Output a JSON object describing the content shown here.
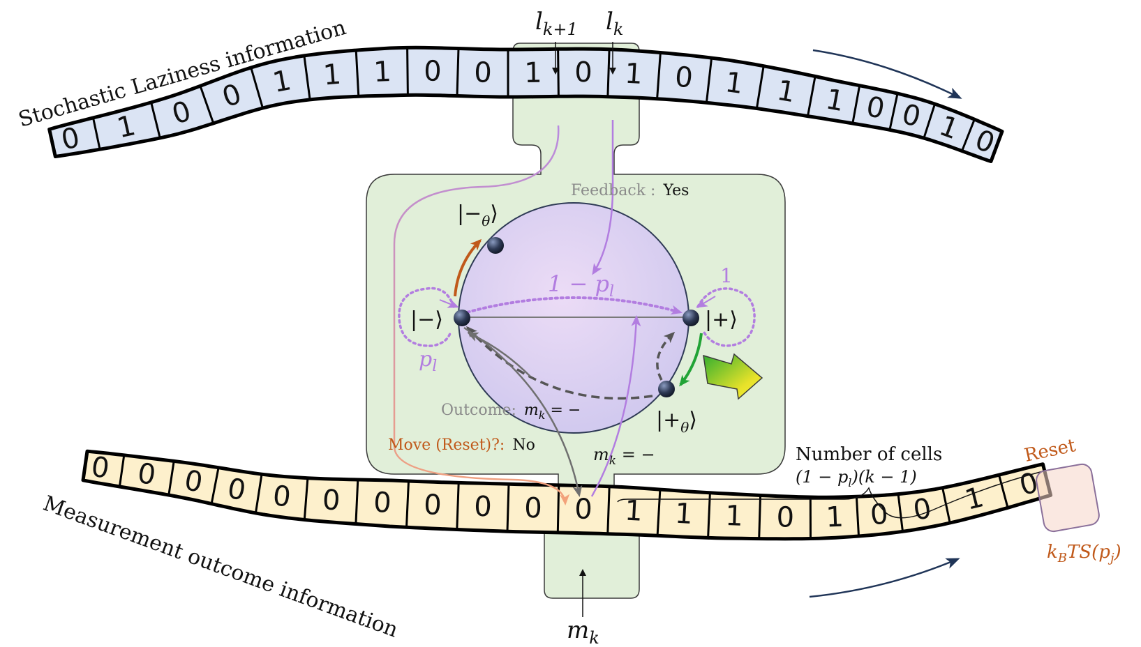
{
  "tapes": {
    "top": {
      "title": "Stochastic Laziness information",
      "bits": [
        "0",
        "1",
        "0",
        "0",
        "1",
        "1",
        "1",
        "0",
        "0",
        "1",
        "0",
        "1",
        "0",
        "1",
        "1",
        "1",
        "0",
        "0",
        "1",
        "0"
      ]
    },
    "bottom": {
      "title": "Measurement outcome information",
      "bits": [
        "0",
        "0",
        "0",
        "0",
        "0",
        "0",
        "0",
        "0",
        "0",
        "0",
        "0",
        "1",
        "1",
        "1",
        "0",
        "1",
        "0",
        "0",
        "1",
        "0"
      ]
    }
  },
  "pointers": {
    "l_k_plus_1": "l_{k+1}",
    "l_k": "l_k",
    "m_k": "m_k"
  },
  "labels": {
    "feedback_prefix": "Feedback :",
    "feedback_value": "Yes",
    "outcome_prefix": "Outcome:",
    "outcome_value": "m_k = −",
    "move_prefix": "Move (Reset)?:",
    "move_value": "No",
    "mk_eq": "m_k = −",
    "number_of_cells": "Number of cells",
    "cells_formula": "(1 − p_l)(k − 1)",
    "reset": "Reset",
    "reset_cost": "k_B T S(p_j)"
  },
  "states": {
    "minus_theta": "|−θ⟩",
    "minus": "|−⟩",
    "plus": "|+⟩",
    "plus_theta": "|+θ⟩",
    "p_l": "p_l",
    "one_minus_p_l": "1 − p_l",
    "one": "1"
  },
  "colors": {
    "top_tape_fill": "#dbe4f4",
    "bottom_tape_fill": "#fdf0cc",
    "machine_fill": "#e1efd9",
    "purple": "#b27de0",
    "orange": "#c0591a",
    "green": "#21a336",
    "arrow_navy": "#1f3457"
  }
}
